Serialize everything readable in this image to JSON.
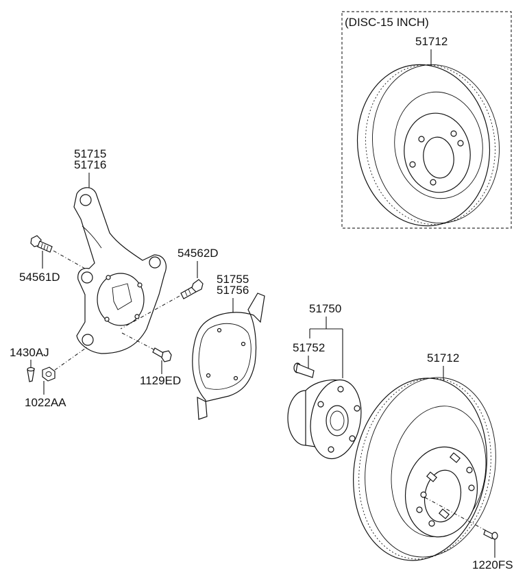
{
  "inset": {
    "title": "(DISC-15 INCH)",
    "disc_label": "51712"
  },
  "labels": {
    "knuckle_a": "51715",
    "knuckle_b": "51716",
    "bolt_54561d": "54561D",
    "bolt_54562d": "54562D",
    "pin_1430aj": "1430AJ",
    "nut_1022aa": "1022AA",
    "bolt_1129ed": "1129ED",
    "cover_a": "51755",
    "cover_b": "51756",
    "hub_51750": "51750",
    "bolt_51752": "51752",
    "disc_51712": "51712",
    "screw_1220fs": "1220FS"
  }
}
